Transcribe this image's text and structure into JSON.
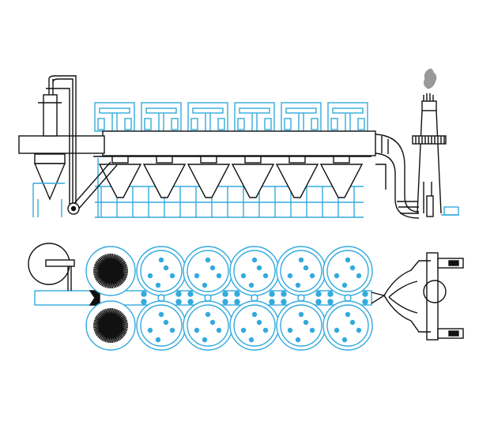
{
  "colors": {
    "blue": "#33aadd",
    "black": "#111111",
    "white": "#ffffff",
    "smoke": "#999999"
  },
  "diagram": {
    "filter_modules": 6,
    "hoppers": 6,
    "roller_pairs": 5,
    "rotary_drums": 2,
    "dots_per_roller": 5
  }
}
